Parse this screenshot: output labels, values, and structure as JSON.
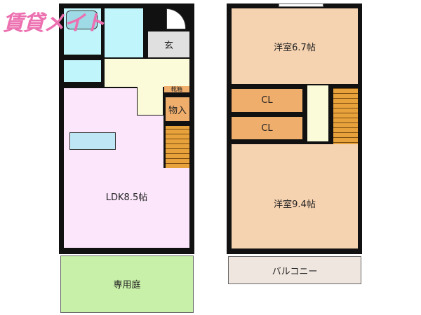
{
  "logo": "賃貸メイト",
  "floor1": {
    "entrance": "玄",
    "shoe_box": "靴箱",
    "storage": "物入",
    "ldk": "LDK8.5帖",
    "garden": "専用庭"
  },
  "floor2": {
    "room1": "洋室6.7帖",
    "closet1": "CL",
    "closet2": "CL",
    "room2": "洋室9.4帖",
    "balcony": "バルコニー"
  },
  "colors": {
    "ldk": "#fce6fb",
    "western": "#f5d2b0",
    "closet": "#f0ae6c",
    "wet": "#bff5fb",
    "hall": "#fcfbd9",
    "garden": "#c8f0a8",
    "entrance": "#e0e0e0",
    "balcony": "#f0e6e0"
  }
}
